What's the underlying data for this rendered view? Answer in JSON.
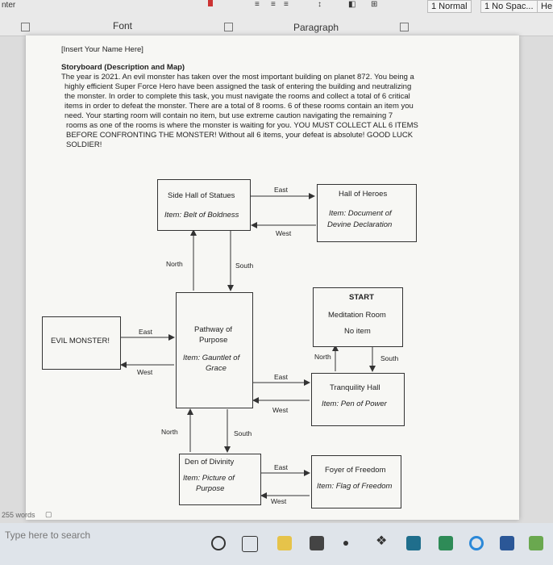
{
  "ribbon": {
    "left_cut_label": "nter",
    "font_group": "Font",
    "paragraph_group": "Paragraph",
    "styles": [
      "1 Normal",
      "1 No Spac...",
      "He"
    ]
  },
  "document": {
    "name_line": "[Insert Your Name Here]",
    "heading": "Storyboard (Description and Map)",
    "body_lines": [
      "The year is 2021. An evil monster has taken over the most important building on planet 872. You being a",
      "highly efficient Super Force Hero have been assigned the task of entering the building and neutralizing",
      "the monster. In order to complete this task, you must navigate the rooms and collect a total of 6 critical",
      "items in order to defeat the monster. There are a total of 8 rooms. 6 of these rooms contain an item you",
      "need. Your starting room will contain no item, but use extreme caution navigating the remaining 7",
      "rooms as one of the rooms is where the monster is waiting for you. YOU MUST COLLECT ALL 6 ITEMS",
      "BEFORE CONFRONTING THE MONSTER! Without all 6 items, your defeat is absolute! GOOD LUCK",
      "SOLDIER!"
    ]
  },
  "map": {
    "rooms": {
      "statues": {
        "name": "Side Hall of Statues",
        "item": "Item: Belt of Boldness"
      },
      "heroes": {
        "name": "Hall of Heroes",
        "item1": "Item: Document of",
        "item2": "Devine Declaration"
      },
      "start": {
        "label": "START",
        "name": "Meditation Room",
        "item": "No item"
      },
      "evil": {
        "name": "EVIL MONSTER!"
      },
      "pathway": {
        "name1": "Pathway of",
        "name2": "Purpose",
        "item1": "Item: Gauntlet of",
        "item2": "Grace"
      },
      "tranquility": {
        "name": "Tranquility Hall",
        "item": "Item: Pen of Power"
      },
      "den": {
        "name": "Den of Divinity",
        "item1": "Item: Picture of",
        "item2": "Purpose"
      },
      "foyer": {
        "name": "Foyer of Freedom",
        "item": "Item: Flag of Freedom"
      }
    },
    "directions": {
      "east": "East",
      "west": "West",
      "north": "North",
      "south": "South"
    }
  },
  "status_bar": {
    "words": "255 words"
  },
  "taskbar": {
    "search_placeholder": "Type here to search"
  }
}
